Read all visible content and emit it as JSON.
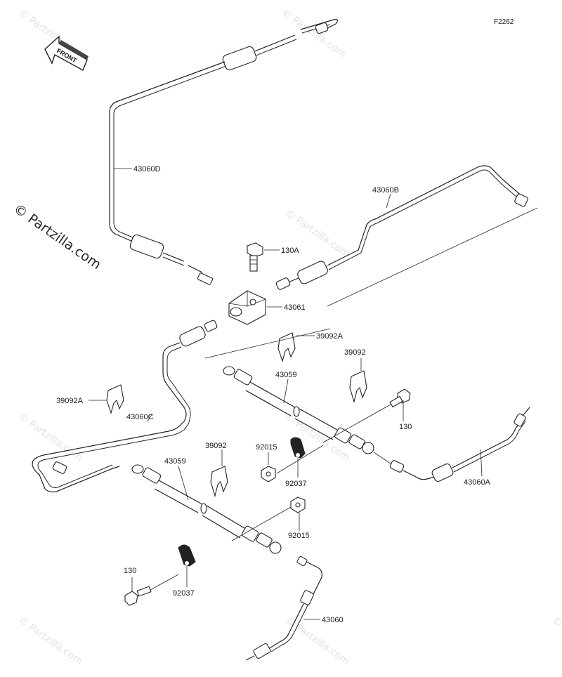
{
  "diagram_ref": "F2262",
  "front_label": "FRONT",
  "watermark_main": "© Partzilla.com",
  "watermark_small": "© Partzilla.com",
  "parts": {
    "p43060D": "43060D",
    "p43060B": "43060B",
    "p130A": "130A",
    "p43061": "43061",
    "p39092A_top": "39092A",
    "p39092_right": "39092",
    "p43059_right": "43059",
    "p39092A_left": "39092A",
    "p43060C": "43060C",
    "p130_right": "130",
    "p92015_mid": "92015",
    "p39092_mid": "39092",
    "p43059_left": "43059",
    "p92037_mid": "92037",
    "p43060A": "43060A",
    "p92015_low": "92015",
    "p130_low": "130",
    "p92037_low": "92037",
    "p43060": "43060"
  }
}
